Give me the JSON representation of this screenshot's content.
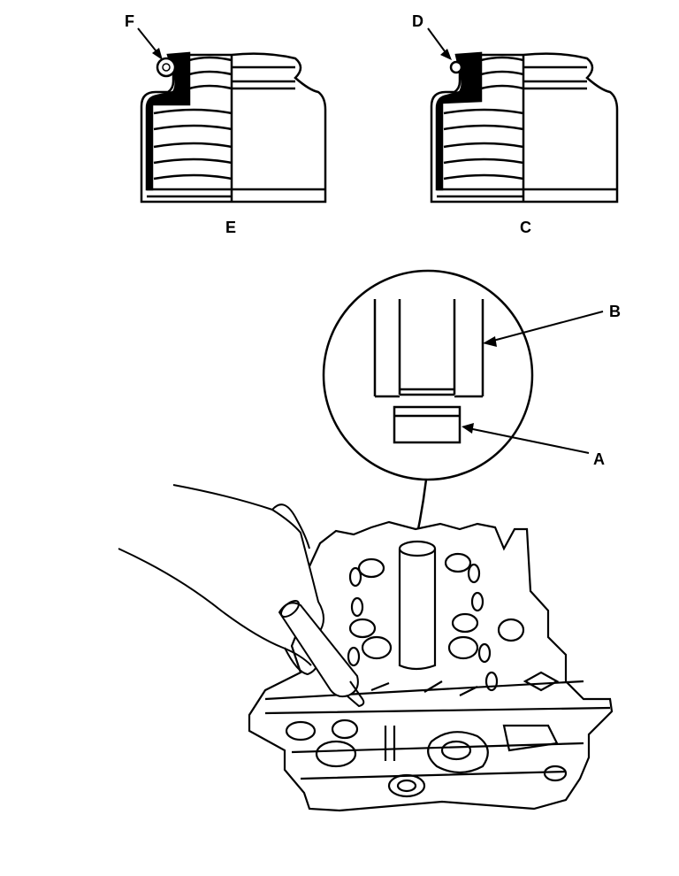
{
  "figure": {
    "labels": {
      "a": "A",
      "b": "B",
      "c": "C",
      "d": "D",
      "e": "E",
      "f": "F"
    }
  }
}
